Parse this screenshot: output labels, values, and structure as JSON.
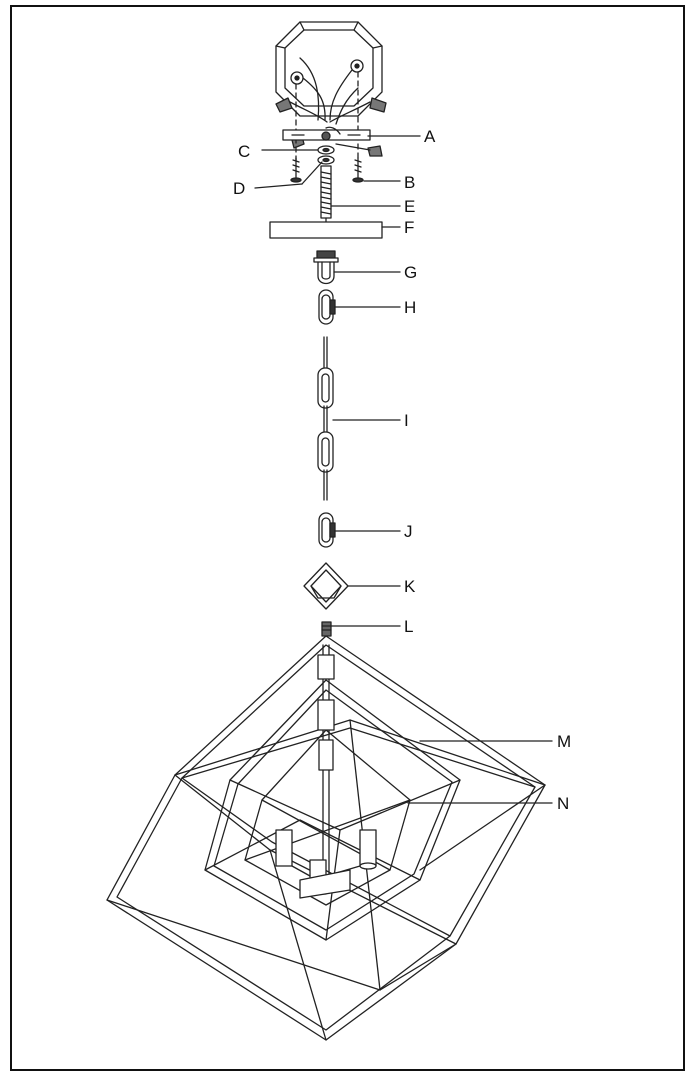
{
  "parts": [
    {
      "id": "A",
      "label": "A",
      "part": "mounting-bracket"
    },
    {
      "id": "B",
      "label": "B",
      "part": "bracket-screw"
    },
    {
      "id": "C",
      "label": "C",
      "part": "hex-nut"
    },
    {
      "id": "D",
      "label": "D",
      "part": "lock-washer"
    },
    {
      "id": "E",
      "label": "E",
      "part": "threaded-nipple"
    },
    {
      "id": "F",
      "label": "F",
      "part": "canopy"
    },
    {
      "id": "G",
      "label": "G",
      "part": "screw-collar-loop"
    },
    {
      "id": "H",
      "label": "H",
      "part": "upper-chain-link"
    },
    {
      "id": "I",
      "label": "I",
      "part": "chain"
    },
    {
      "id": "J",
      "label": "J",
      "part": "lower-chain-link"
    },
    {
      "id": "K",
      "label": "K",
      "part": "decorative-cap"
    },
    {
      "id": "L",
      "label": "L",
      "part": "fixture-loop"
    },
    {
      "id": "M",
      "label": "M",
      "part": "outer-cube-frame"
    },
    {
      "id": "N",
      "label": "N",
      "part": "inner-cube-frame"
    }
  ]
}
